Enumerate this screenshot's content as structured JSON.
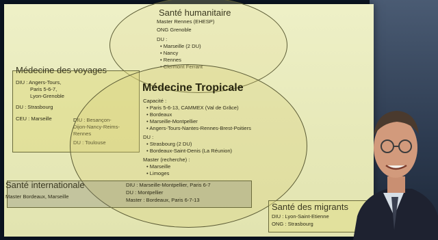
{
  "sante_humanitaire": {
    "title": "Santé humanitaire",
    "master": "Master Rennes (EHESP)",
    "ong": "ONG Grenoble",
    "du_label": "DU :",
    "du_items": [
      "Marseille (2 DU)",
      "Nancy",
      "Rennes",
      "Clermont Ferrant"
    ]
  },
  "medecine_voyages": {
    "title": "Médecine des voyages",
    "diu": "DIU : Angers-Tours,",
    "diu_cont1": "Paris 5-6-7,",
    "diu_cont2": "Lyon-Grenoble",
    "du": "DU : Strasbourg",
    "ceu": "CEU : Marseille",
    "overlap_diu1": "DIU : Besançon-",
    "overlap_diu2": "Dijon-Nancy-Reims-",
    "overlap_diu3": "Rennes",
    "overlap_du": "DU : Toulouse"
  },
  "medecine_tropicale": {
    "title": "Médecine Tropicale",
    "capacite_label": "Capacité :",
    "capacite_items": [
      "Paris 5-6-13, CAMMEX (Val de Grâce)",
      "Bordeaux",
      "Marseille-Montpellier",
      "Angers-Tours-Nantes-Rennes-Brest-Poitiers"
    ],
    "du_label": "DU :",
    "du_items": [
      "Strasbourg (2 DU)",
      "Bordeaux-Saint-Denis (La Réunion)"
    ],
    "master_label": "Master (recherche) :",
    "master_items": [
      "Marseille",
      "Limoges"
    ]
  },
  "sante_internationale": {
    "title": "Santé internationale",
    "master": "Master Bordeaux, Marseille",
    "overlap_diu": "DIU : Marseille-Montpellier, Paris 6-7",
    "overlap_du": "DU : Montpellier",
    "overlap_master": "Master : Bordeaux, Paris 6-7-13"
  },
  "sante_migrants": {
    "title": "Santé des migrants",
    "diu": "DIU : Lyon-Saint-Etienne",
    "ong": "ONG : Strasbourg"
  }
}
